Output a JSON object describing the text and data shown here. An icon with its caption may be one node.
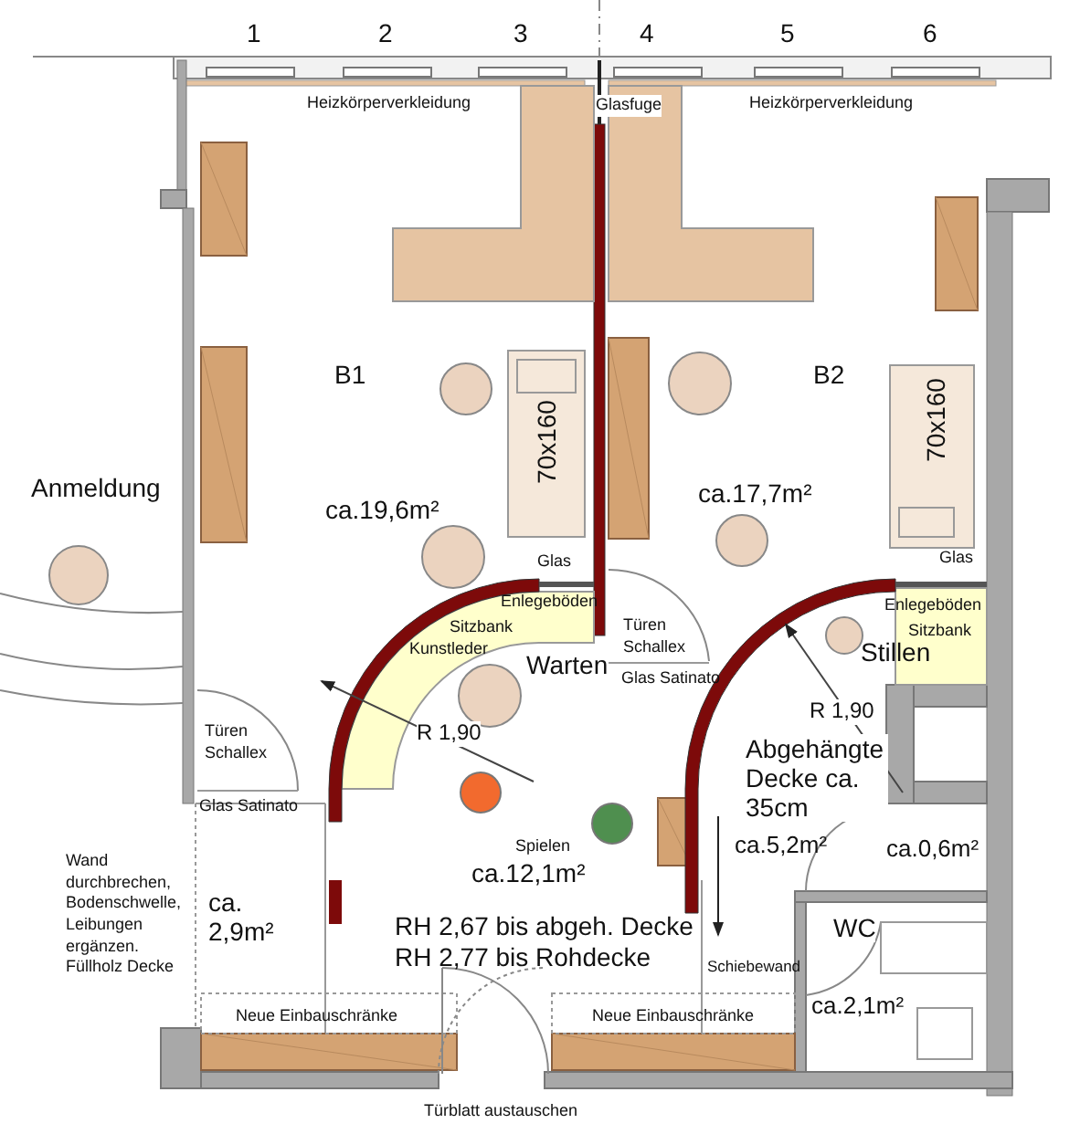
{
  "diagram": {
    "labels": [
      "1",
      "2",
      "3",
      "4",
      "5",
      "6",
      "Heizkörperverkleidung",
      "Glasfuge",
      "Heizkörperverkleidung",
      "B1",
      "B2",
      "70x160",
      "70x160",
      "Anmeldung",
      "ca.19,6m²",
      "ca.17,7m²",
      "Glas",
      "Glas",
      "Enlegeböden",
      "Enlegeböden",
      "Sitzbank",
      "Türen Schallex",
      "Sitzbank",
      "Kunstleder",
      "Stillen",
      "Warten",
      "Glas Satinato",
      "R 1,90",
      "R 1,90",
      "Türen Schallex",
      "Abgehängte Decke ca. 35cm",
      "Glas Satinato",
      "Spielen",
      "ca.5,2m²",
      "ca.0,6m²",
      "ca.12,1m²",
      "Wand durchbrechen, Bodenschwelle, Leibungen ergänzen. Füllholz Decke",
      "ca. 2,9m²",
      "RH 2,67 bis abgeh. Decke",
      "WC",
      "RH 2,77 bis Rohdecke",
      "Schiebewand",
      "ca.2,1m²",
      "Neue Einbauschränke",
      "Neue Einbauschränke",
      "Türblatt austauschen"
    ]
  }
}
